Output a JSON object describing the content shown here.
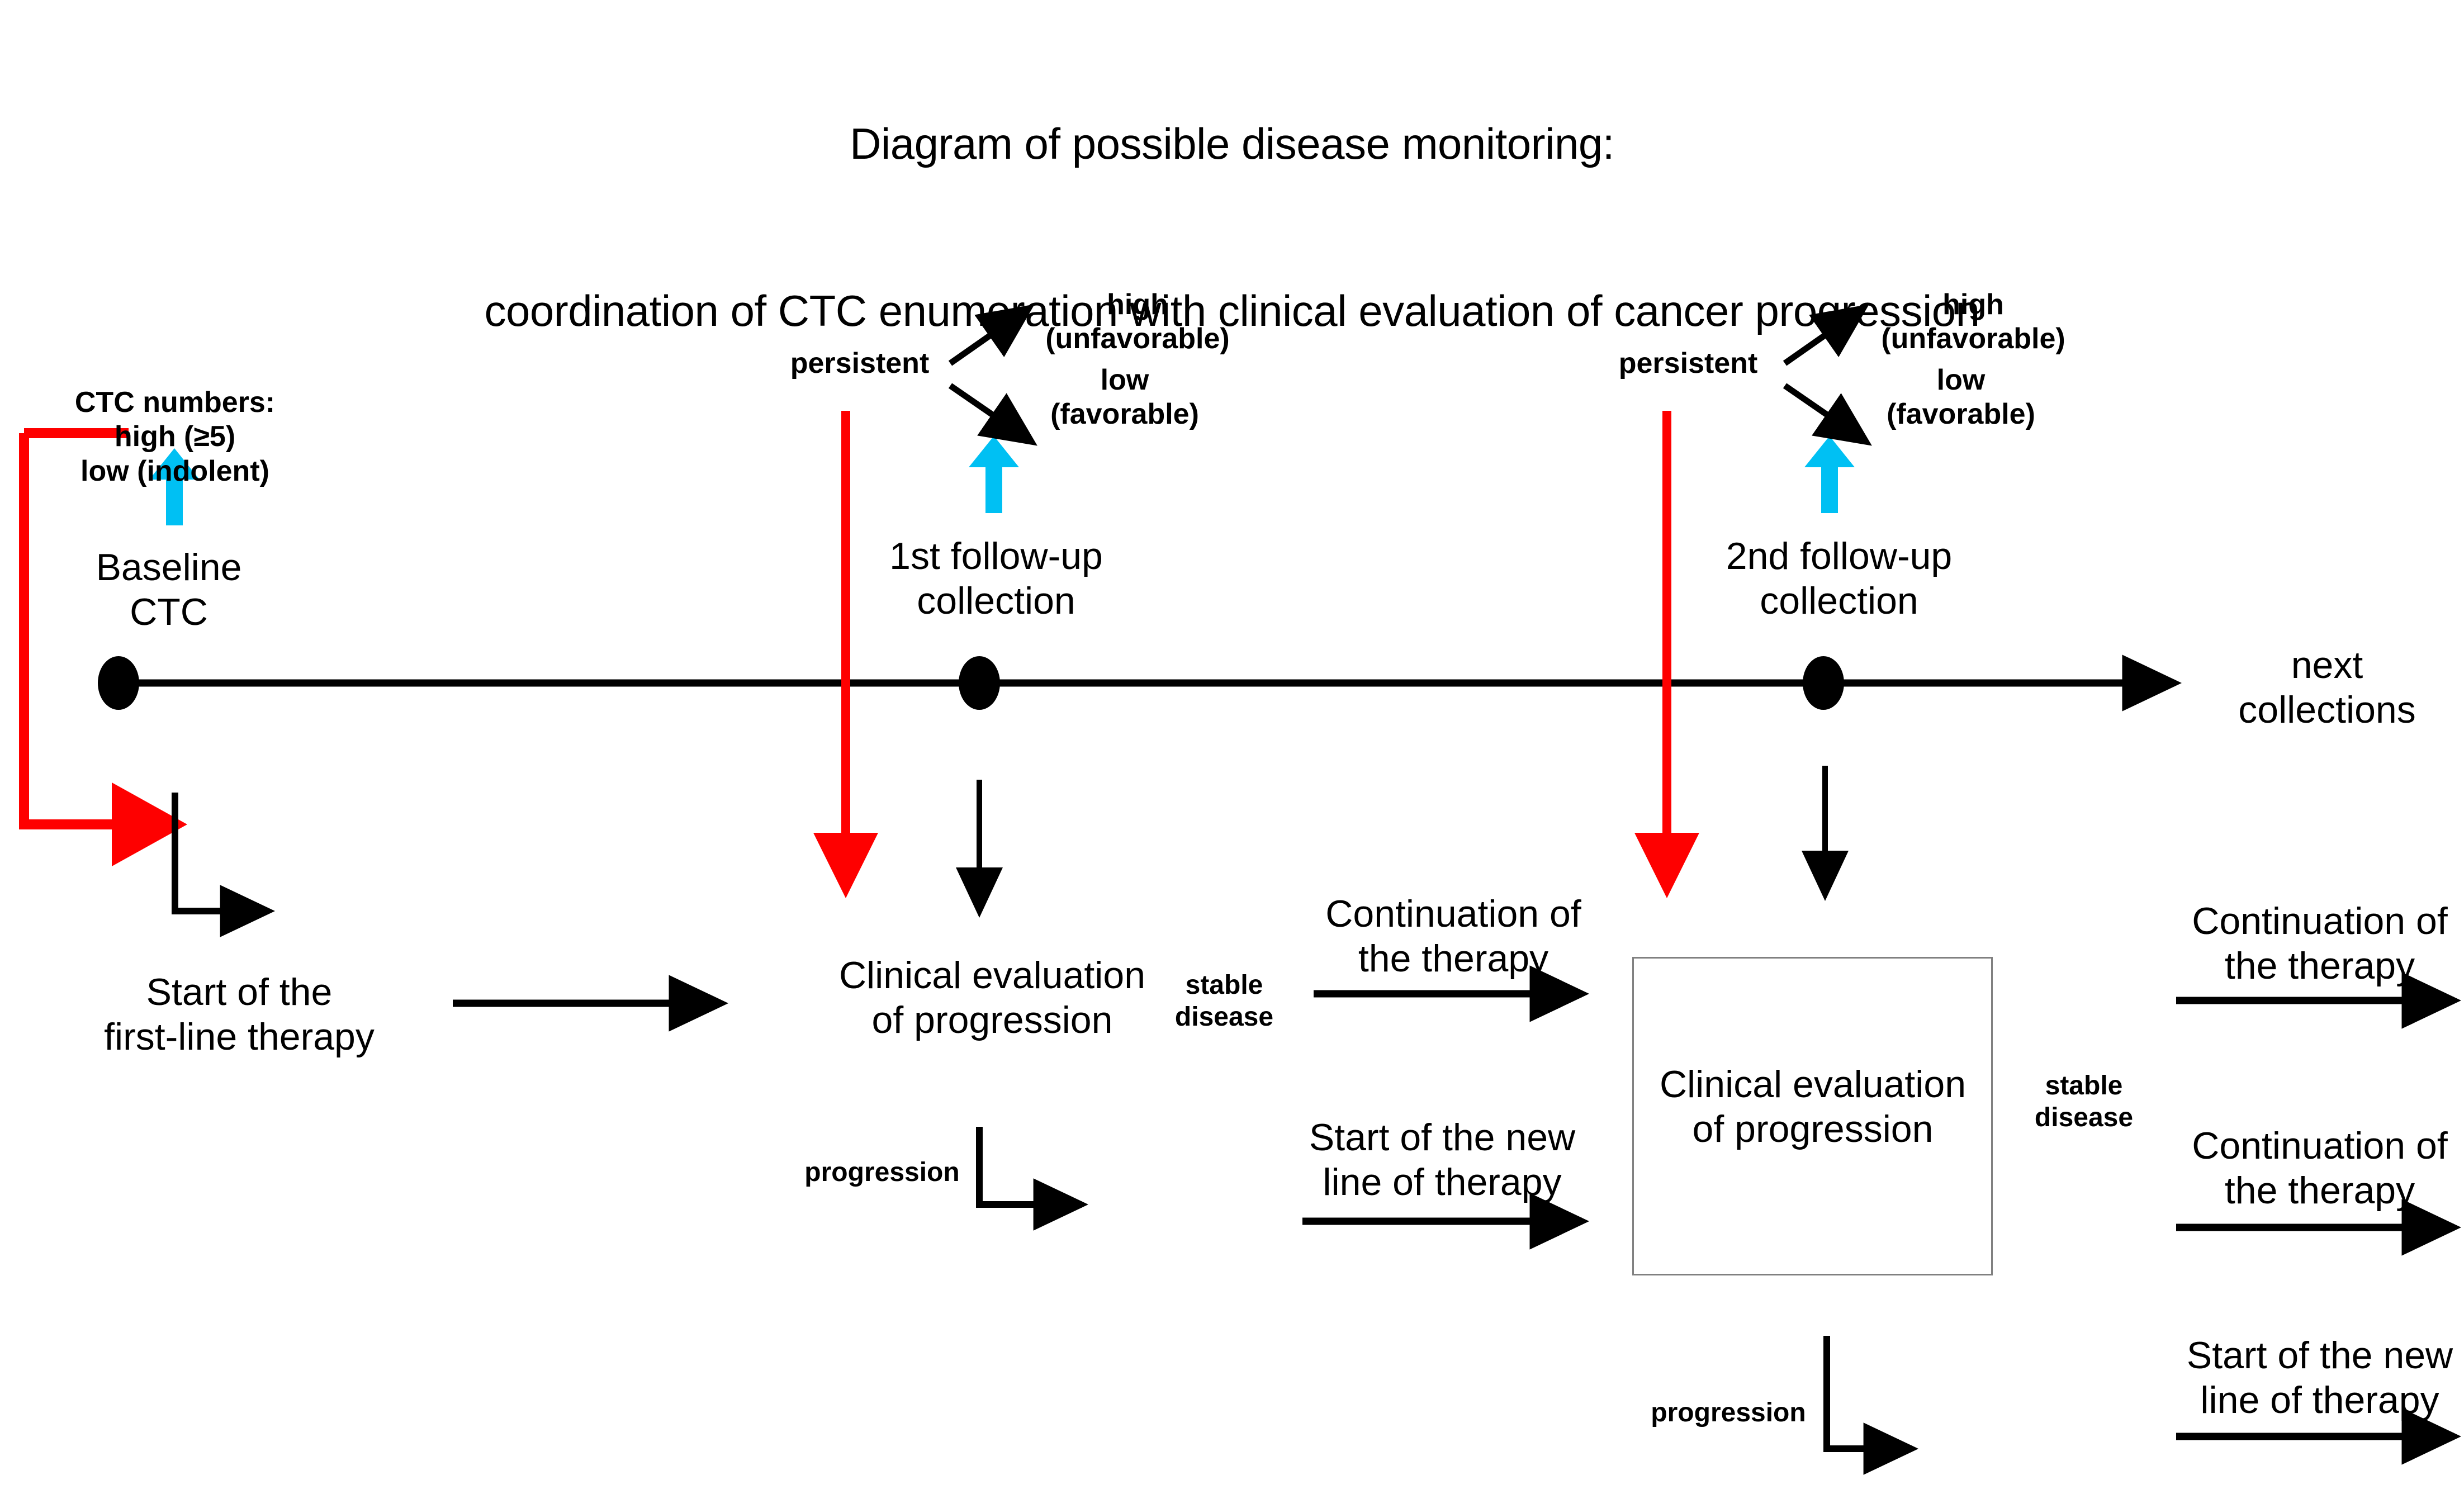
{
  "title": {
    "line1": "Diagram of possible disease monitoring:",
    "line2": "coordination of CTC enumeration with clinical evaluation of cancer progression"
  },
  "colors": {
    "red_arrow": "#fe0000",
    "cyan_arrow": "#00c0f3",
    "black": "#000000",
    "box_border": "#808080",
    "background": "#ffffff"
  },
  "timeline": {
    "next_collections": "next\ncollections",
    "nodes": [
      {
        "id": "baseline",
        "label": "Baseline\nCTC"
      },
      {
        "id": "followup1",
        "label": "1st follow-up\ncollection"
      },
      {
        "id": "followup2",
        "label": "2nd follow-up\ncollection"
      }
    ]
  },
  "baseline_block": {
    "ctc_numbers_label": "CTC numbers:\nhigh (≥5)\nlow (indolent)"
  },
  "ctc_branch_1": {
    "persistent": "persistent",
    "high": "high\n(unfavorable)",
    "low": "low\n(favorable)"
  },
  "ctc_branch_2": {
    "persistent": "persistent",
    "high": "high\n(unfavorable)",
    "low": "low\n(favorable)"
  },
  "therapy": {
    "start_first_line": "Start of the\nfirst-line therapy",
    "clinical_eval_1": "Clinical evaluation\nof progression",
    "clinical_eval_2": "Clinical evaluation\nof progression",
    "stable_disease_1": "stable\ndisease",
    "stable_disease_2": "stable\ndisease",
    "progression_1": "progression",
    "progression_2": "progression",
    "continuation_1": "Continuation of\nthe therapy",
    "continuation_2": "Continuation of\nthe therapy",
    "continuation_3": "Continuation of\nthe therapy",
    "start_new_line_1": "Start of the new\nline of therapy",
    "start_new_line_2": "Start of the new\nline of therapy"
  }
}
